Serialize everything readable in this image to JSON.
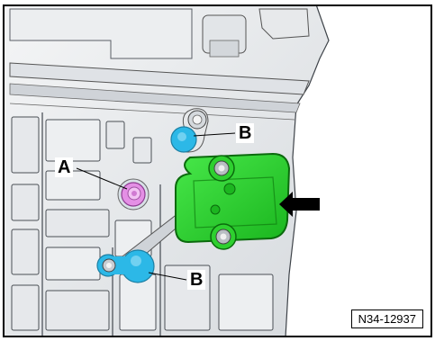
{
  "figure": {
    "callouts": {
      "a": "A",
      "b_upper": "B",
      "b_lower": "B"
    },
    "reference_code": "N34-12937",
    "colors": {
      "border": "#000000",
      "casting_light": "#f2f3f5",
      "casting_mid": "#d7dbe0",
      "casting_dark": "#8f959c",
      "cover_green": "#2fd12f",
      "cover_dark_green": "#0f7d10",
      "bolt_blue": "#2bb7e6",
      "plug_pink": "#e38de4"
    },
    "icons": {
      "arrow": "left-pointing-arrow-icon"
    }
  }
}
